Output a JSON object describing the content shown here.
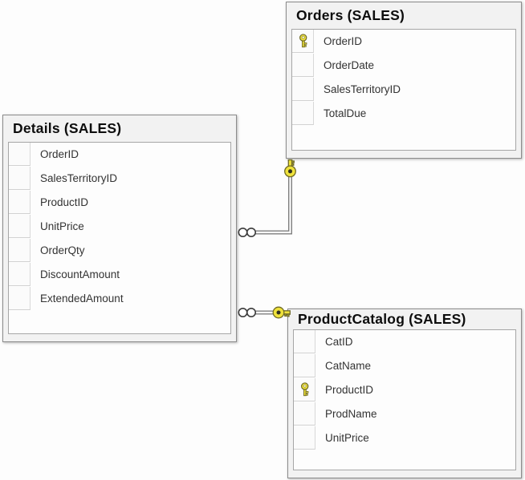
{
  "tables": [
    {
      "title": "Orders (SALES)",
      "columns": [
        {
          "name": "OrderID",
          "primary_key": true
        },
        {
          "name": "OrderDate",
          "primary_key": false
        },
        {
          "name": "SalesTerritoryID",
          "primary_key": false
        },
        {
          "name": "TotalDue",
          "primary_key": false
        }
      ]
    },
    {
      "title": "Details (SALES)",
      "columns": [
        {
          "name": "OrderID",
          "primary_key": false
        },
        {
          "name": "SalesTerritoryID",
          "primary_key": false
        },
        {
          "name": "ProductID",
          "primary_key": false
        },
        {
          "name": "UnitPrice",
          "primary_key": false
        },
        {
          "name": "OrderQty",
          "primary_key": false
        },
        {
          "name": "DiscountAmount",
          "primary_key": false
        },
        {
          "name": "ExtendedAmount",
          "primary_key": false
        }
      ]
    },
    {
      "title": "ProductCatalog (SALES)",
      "columns": [
        {
          "name": "CatID",
          "primary_key": false
        },
        {
          "name": "CatName",
          "primary_key": false
        },
        {
          "name": "ProductID",
          "primary_key": true
        },
        {
          "name": "ProdName",
          "primary_key": false
        },
        {
          "name": "UnitPrice",
          "primary_key": false
        }
      ]
    }
  ],
  "relationships": [
    {
      "from": {
        "table": "Details (SALES)",
        "cardinality": "many",
        "end_symbol": "infinity"
      },
      "to": {
        "table": "Orders (SALES)",
        "cardinality": "one",
        "end_symbol": "key"
      }
    },
    {
      "from": {
        "table": "Details (SALES)",
        "cardinality": "many",
        "end_symbol": "infinity"
      },
      "to": {
        "table": "ProductCatalog (SALES)",
        "cardinality": "one",
        "end_symbol": "key"
      }
    }
  ],
  "icons": {
    "primary_key": "key-icon",
    "one_end": "key-icon",
    "many_end": "infinity-icon"
  },
  "colors": {
    "key_icon_fill": "#efe23b",
    "connector_line": "#7e7e7e",
    "table_background": "#f2f2f2",
    "table_border": "#8c8c8c",
    "canvas_background": "#fdfdfd",
    "title_text": "#0d0d0d",
    "column_text": "#333333"
  }
}
